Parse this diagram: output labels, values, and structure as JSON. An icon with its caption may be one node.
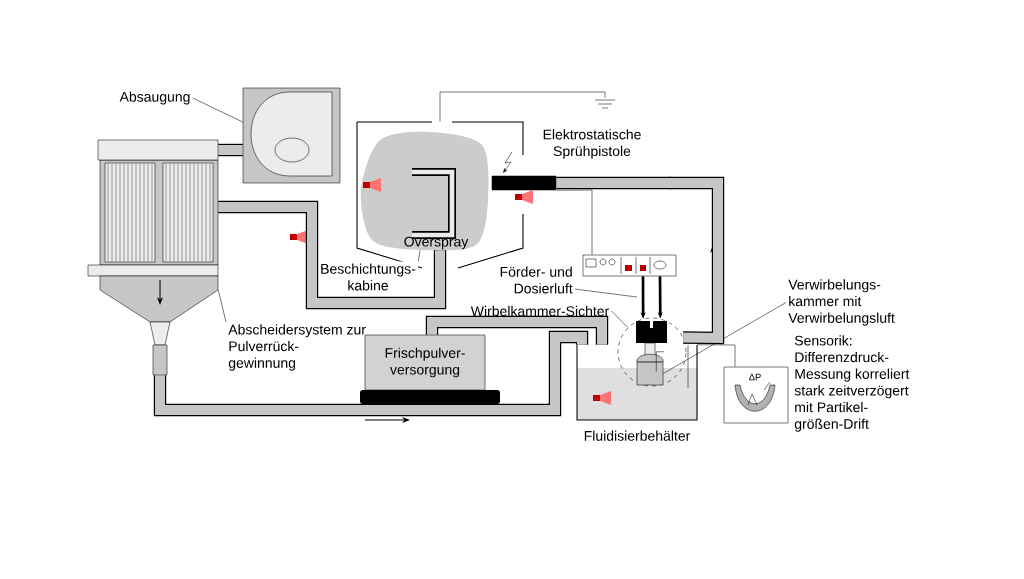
{
  "diagram": {
    "nodes": [
      {
        "text": [
          "Absaugung"
        ]
      },
      {
        "text": [
          "Abscheidersystem zur Pulverrück- gewinnung"
        ]
      },
      {
        "text": [
          "Beschichtungs- kabine"
        ]
      },
      {
        "text": [
          "Elektrostatische Sprühpistole"
        ]
      },
      {
        "text": [
          "Förder- und Dosierluft"
        ]
      },
      {
        "text": [
          "Wirbelkammer-Sichter"
        ]
      },
      {
        "text": [
          "Frischpulver- versorgung"
        ]
      },
      {
        "text": [
          "Verwirbelungs- kammer mit Verwirbelungsluft"
        ]
      },
      {
        "text": [],
        "shape": "picture"
      },
      {
        "text": [],
        "shape": "picture"
      },
      {
        "text": [],
        "shape": "picture"
      },
      {
        "text": [],
        "shape": "symbol"
      },
      {
        "text": [],
        "shape": "box"
      },
      {
        "text": [],
        "shape": "picture"
      },
      {
        "text": [],
        "shape": "circle"
      },
      {
        "text": [],
        "shape": "box",
        "in": 14
      },
      {
        "text": [
          "Fluidisierbehälter"
        ]
      },
      {
        "text": [
          "ΔP"
        ],
        "beside": [
          "Sensorik: Differenzdruck- Messung korreliert stark zeitverzögert mit Partikel- größen-Drift"
        ]
      }
    ],
    "edges": [
      {
        "from": 0,
        "to": 8,
        "arrow": "none"
      },
      {
        "from": 1,
        "to": 9,
        "arrow": "none"
      },
      {
        "from": 2,
        "to": 10,
        "arrow": "none"
      },
      {
        "from": 4,
        "to": null,
        "arrow": "none"
      },
      {
        "from": 5,
        "to": 14,
        "arrow": "none"
      },
      {
        "from": 7,
        "to": 15,
        "arrow": "none"
      },
      {
        "from": 10,
        "to": 9,
        "arrow": "none",
        "style": "thick"
      },
      {
        "from": 9,
        "to": 16,
        "arrow": "none",
        "style": "thick"
      },
      {
        "from": 6,
        "to": 16,
        "arrow": "none",
        "style": "thick"
      },
      {
        "from": 14,
        "to": 12,
        "arrow": "none",
        "style": "thick"
      },
      {
        "from": 13,
        "to": 12,
        "arrow": "none"
      },
      {
        "from": 13,
        "to": 14,
        "arrow": "to",
        "style": "thick"
      },
      {
        "from": 13,
        "to": 14,
        "arrow": "to",
        "style": "thick"
      },
      {
        "from": 17,
        "to": 16,
        "arrow": "none"
      },
      {
        "from": 10,
        "to": 11,
        "arrow": "none"
      },
      {
        "from": 8,
        "to": 9,
        "arrow": "none",
        "style": "thick"
      }
    ],
    "labels": [
      "Overspray"
    ]
  }
}
